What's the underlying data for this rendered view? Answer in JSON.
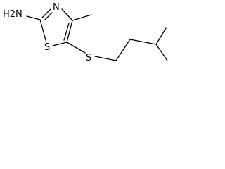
{
  "molecule": {
    "atoms": {
      "amine": "H2N",
      "ring_nitrogen": "N",
      "ring_sulfur": "S",
      "thioether_sulfur": "S"
    },
    "substituents": [
      "methyl",
      "isopentylthio",
      "amino"
    ],
    "colors": {
      "bond": "#000000",
      "label": "#000000",
      "background": "#ffffff"
    }
  }
}
